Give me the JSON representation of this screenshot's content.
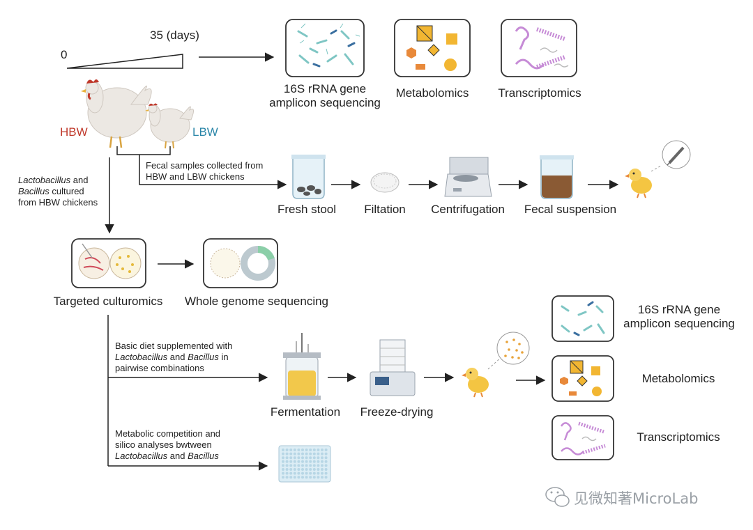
{
  "timeline": {
    "start": "0",
    "end": "35 (days)"
  },
  "groups": {
    "high": "HBW",
    "low": "LBW"
  },
  "top_panels": [
    {
      "label": "16S rRNA gene amplicon sequencing",
      "line1": "16S rRNA gene",
      "line2": "amplicon sequencing"
    },
    {
      "label": "Metabolomics"
    },
    {
      "label": "Transcriptomics"
    }
  ],
  "fmt_branch": {
    "note_line1": "Fecal samples collected from",
    "note_line2": "HBW and LBW chickens",
    "steps": [
      "Fresh stool",
      "Filtation",
      "Centrifugation",
      "Fecal suspension"
    ]
  },
  "culture_branch": {
    "note_italic1": "Lactobacillus",
    "note_rest1": " and",
    "note_italic2": "Bacillus",
    "note_rest2": " cultured",
    "note_line3": "from HBW chickens",
    "steps": [
      "Targeted culturomics",
      "Whole genome sequencing"
    ]
  },
  "diet_branch": {
    "note_line1": "Basic diet supplemented with",
    "note_italic1": "Lactobacillus",
    "note_mid": " and ",
    "note_italic2": "Bacillus",
    "note_rest": " in",
    "note_line3": "pairwise combinations",
    "steps": [
      "Fermentation",
      "Freeze-drying"
    ]
  },
  "competition_branch": {
    "note_line1": "Metabolic competition and",
    "note_line2": "silico analyses bwtween",
    "note_italic1": "Lactobacillus",
    "note_mid": " and ",
    "note_italic2": "Bacillus"
  },
  "right_panels": [
    {
      "line1": "16S rRNA gene",
      "line2": "amplicon sequencing"
    },
    {
      "label": "Metabolomics"
    },
    {
      "label": "Transcriptomics"
    }
  ],
  "watermark": "见微知著MicroLab",
  "colors": {
    "arrow": "#222222",
    "panel_border": "#333333",
    "hbw": "#c0392b",
    "lbw": "#2a86a8",
    "bacteria": "#7fc6c4",
    "metabolite_orange": "#e8893a",
    "metabolite_yellow": "#f2b632",
    "transcript_purple": "#c68bd6",
    "fecal_brown": "#8a5a34",
    "chick": "#f4c542"
  }
}
